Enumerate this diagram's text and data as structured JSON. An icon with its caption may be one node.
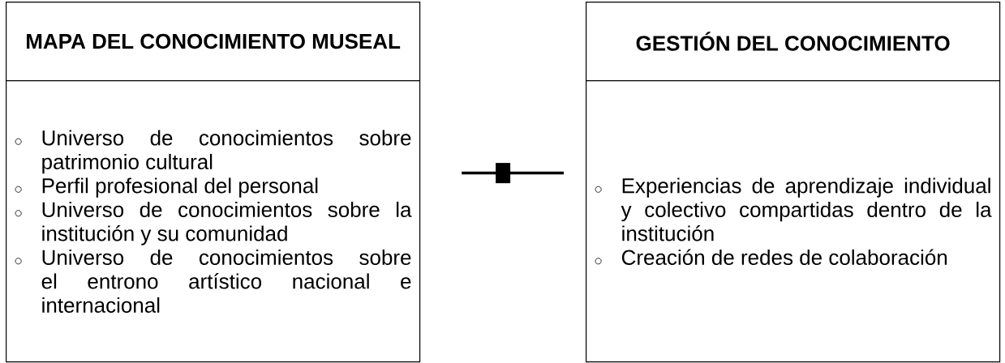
{
  "diagram": {
    "nodes": [
      {
        "text": [
          "MAPA DEL CONOCIMIENTO MUSEAL",
          "Universo de conocimientos sobre patrimonio cultural",
          "Perfil profesional del personal",
          "Universo de conocimientos sobre la institución y su comunidad",
          "Universo de conocimientos sobre el entrono artístico nacional e internacional"
        ]
      },
      {
        "text": [
          "GESTIÓN DEL CONOCIMIENTO",
          "Experiencias de aprendizaje individual y colectivo compartidas dentro de la institución",
          "Creación de redes de colaboración"
        ]
      }
    ],
    "edges": [
      {
        "from": 0,
        "to": 1,
        "arrow": "none"
      }
    ]
  }
}
